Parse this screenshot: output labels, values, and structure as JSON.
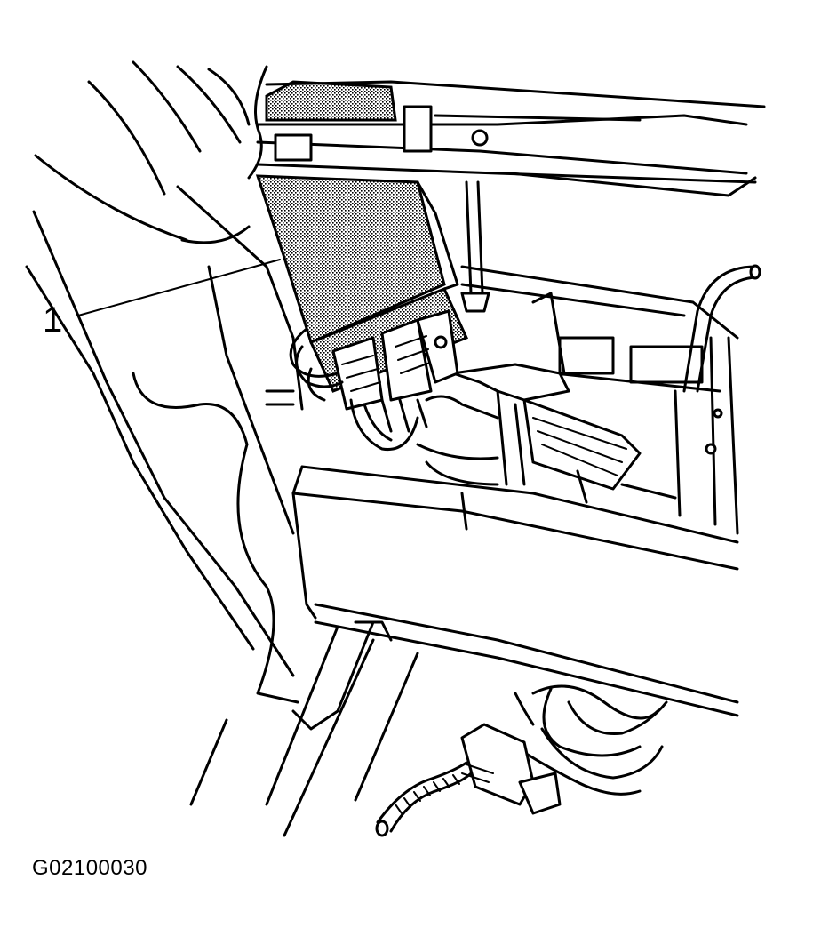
{
  "callout": {
    "label": "1"
  },
  "figure": {
    "code": "G02100030"
  },
  "colors": {
    "ink": "#000000",
    "paper": "#ffffff",
    "module_shade": "stipple-gray"
  }
}
